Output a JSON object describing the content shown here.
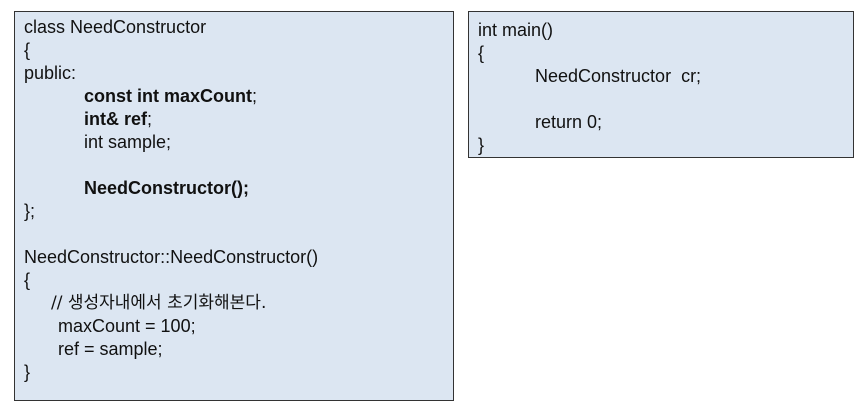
{
  "left_code": {
    "line_1": "class NeedConstructor",
    "line_2": "{",
    "line_3": "public:",
    "member_const_bold": "const int maxCount",
    "member_const_tail": ";",
    "member_ref_bold": "int& ref",
    "member_ref_tail": ";",
    "member_sample": "int sample;",
    "ctor_decl_bold": "NeedConstructor();",
    "class_end": "};",
    "ctor_def": "NeedConstructor::NeedConstructor()",
    "ctor_open": "{",
    "comment": "// 생성자내에서 초기화해본다.",
    "assign_max": "maxCount = 100;",
    "assign_ref": "ref = sample;",
    "ctor_close": "}"
  },
  "right_code": {
    "line_1": "int main()",
    "line_2": "{",
    "line_3": "NeedConstructor  cr;",
    "line_4": "return 0;",
    "line_5": "}"
  }
}
